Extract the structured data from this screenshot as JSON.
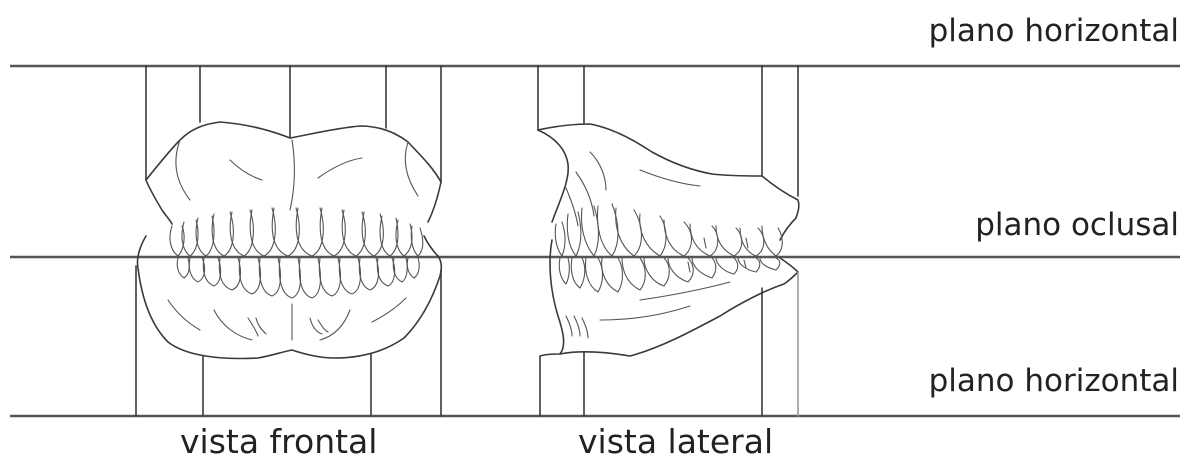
{
  "labels": {
    "plane_top": "plano horizontal",
    "plane_occlusal": "plano oclusal",
    "plane_bottom": "plano horizontal",
    "view_frontal": "vista frontal",
    "view_lateral": "vista lateral"
  },
  "colors": {
    "line": "#3a3a3a",
    "plane_line": "#555555",
    "text": "#222222",
    "background": "#ffffff"
  }
}
